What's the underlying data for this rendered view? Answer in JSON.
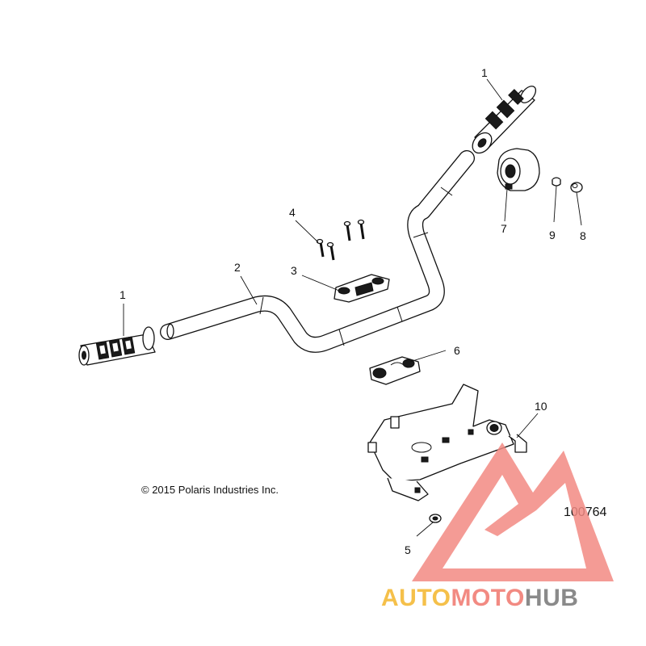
{
  "diagram": {
    "callouts": {
      "grip_left": "1",
      "grip_right": "1",
      "handlebar": "2",
      "clamp_upper": "3",
      "bolts": "4",
      "nut": "5",
      "clamp_lower": "6",
      "throttle_housing": "7",
      "plug_8": "8",
      "plug_9": "9",
      "bracket": "10"
    },
    "copyright": "© 2015 Polaris Industries Inc.",
    "figure_number": "100764"
  },
  "watermark": {
    "auto": "AUTO",
    "moto": "MOTO",
    "hub": "HUB",
    "colors": {
      "auto": "#f5c04a",
      "moto": "#f28a82",
      "hub": "#8a8a8a",
      "triangle": "#f28a82"
    }
  }
}
